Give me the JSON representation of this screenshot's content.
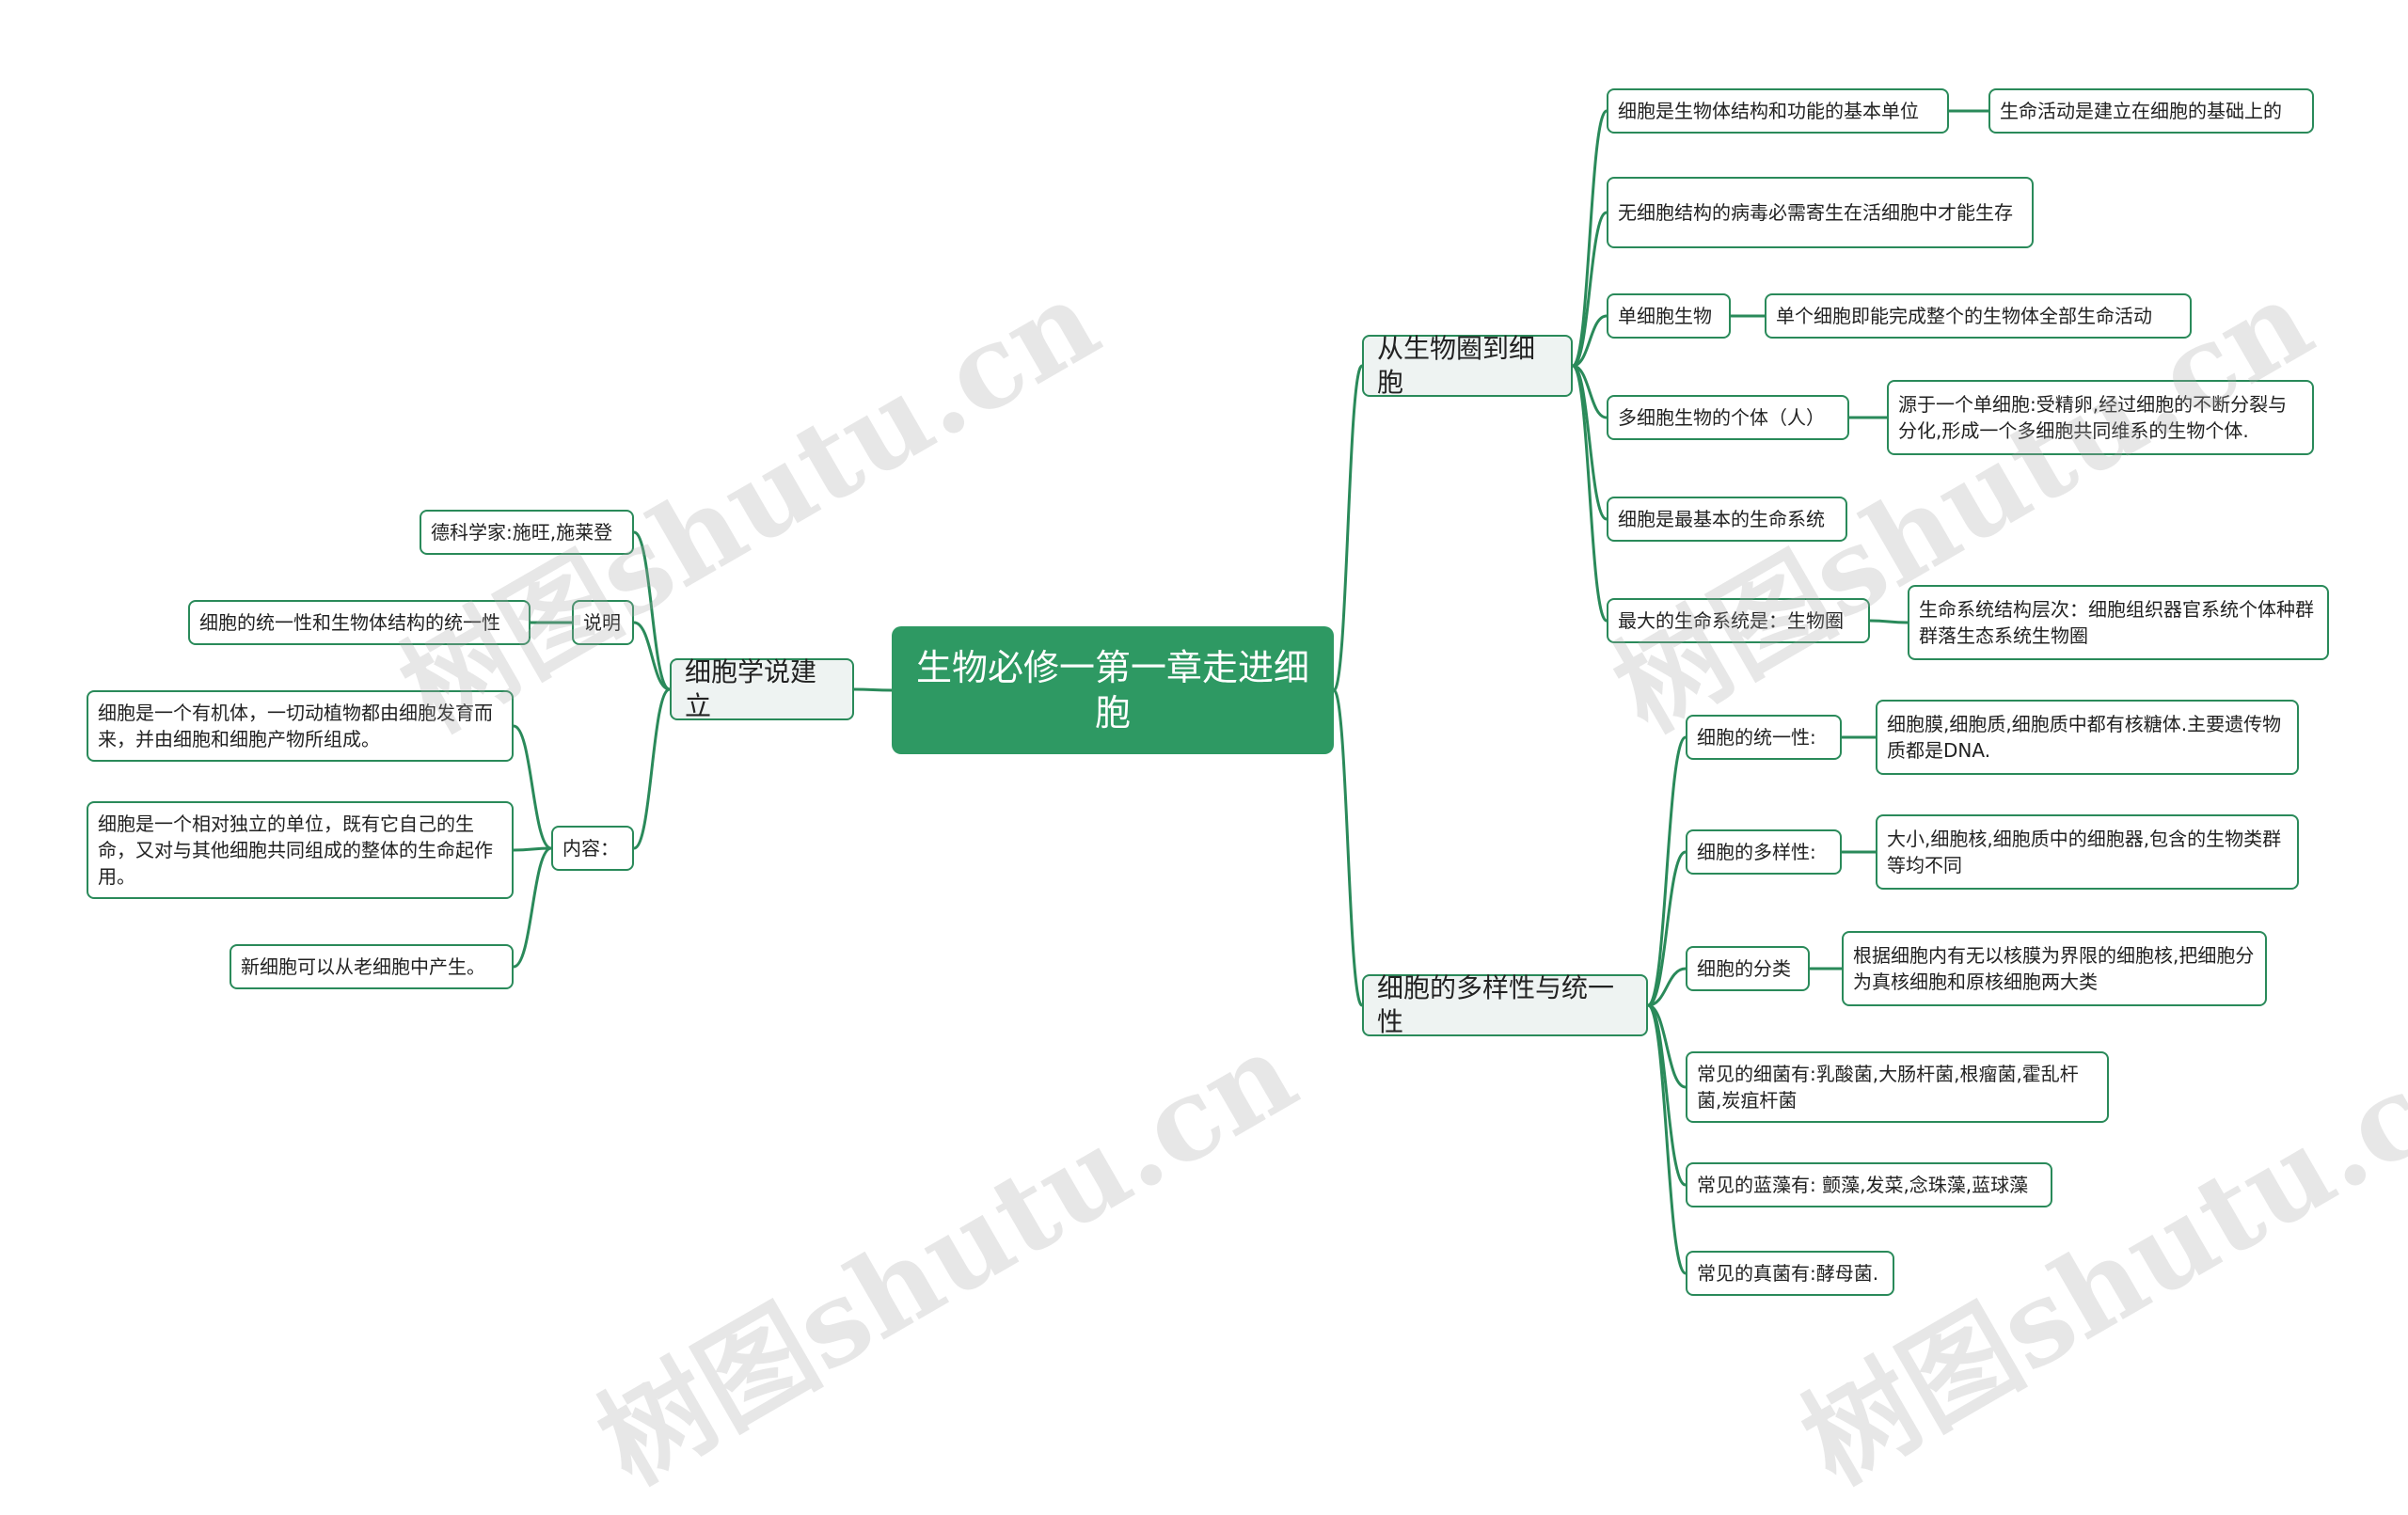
{
  "root": {
    "title": "生物必修一第一章走进细胞"
  },
  "left": {
    "branch": "细胞学说建立",
    "scientist": "德科学家:施旺,施莱登",
    "explain_label": "说明",
    "explain_text": "细胞的统一性和生物体结构的统一性",
    "content_label": "内容：",
    "content_items": [
      "细胞是一个有机体，一切动植物都由细胞发育而来，并由细胞和细胞产物所组成。",
      "细胞是一个相对独立的单位，既有它自己的生命，又对与其他细胞共同组成的整体的生命起作用。",
      "新细胞可以从老细胞中产生。"
    ]
  },
  "right_top": {
    "branch": "从生物圈到细胞",
    "items": [
      {
        "text": "细胞是生物体结构和功能的基本单位",
        "detail": "生命活动是建立在细胞的基础上的"
      },
      {
        "text": "无细胞结构的病毒必需寄生在活细胞中才能生存",
        "detail": null
      },
      {
        "text": "单细胞生物",
        "detail": "单个细胞即能完成整个的生物体全部生命活动"
      },
      {
        "text": "多细胞生物的个体（人）",
        "detail": "源于一个单细胞:受精卵,经过细胞的不断分裂与分化,形成一个多细胞共同维系的生物个体."
      },
      {
        "text": "细胞是最基本的生命系统",
        "detail": null
      },
      {
        "text": "最大的生命系统是：生物圈",
        "detail": "生命系统结构层次：细胞组织器官系统个体种群群落生态系统生物圈"
      }
    ]
  },
  "right_bottom": {
    "branch": "细胞的多样性与统一性",
    "items": [
      {
        "text": "细胞的统一性:",
        "detail": " 细胞膜,细胞质,细胞质中都有核糖体.主要遗传物质都是DNA."
      },
      {
        "text": "细胞的多样性:",
        "detail": "大小,细胞核,细胞质中的细胞器,包含的生物类群等均不同"
      },
      {
        "text": "细胞的分类",
        "detail": "根据细胞内有无以核膜为界限的细胞核,把细胞分为真核细胞和原核细胞两大类"
      },
      {
        "text": "常见的细菌有:乳酸菌,大肠杆菌,根瘤菌,霍乱杆菌,炭疽杆菌",
        "detail": null
      },
      {
        "text": "常见的蓝藻有: 颤藻,发菜,念珠藻,蓝球藻",
        "detail": null
      },
      {
        "text": "常见的真菌有:酵母菌.",
        "detail": null
      }
    ]
  },
  "watermark": "树图shutu.cn",
  "colors": {
    "accent": "#2e9963",
    "line": "#2a8a5a"
  }
}
